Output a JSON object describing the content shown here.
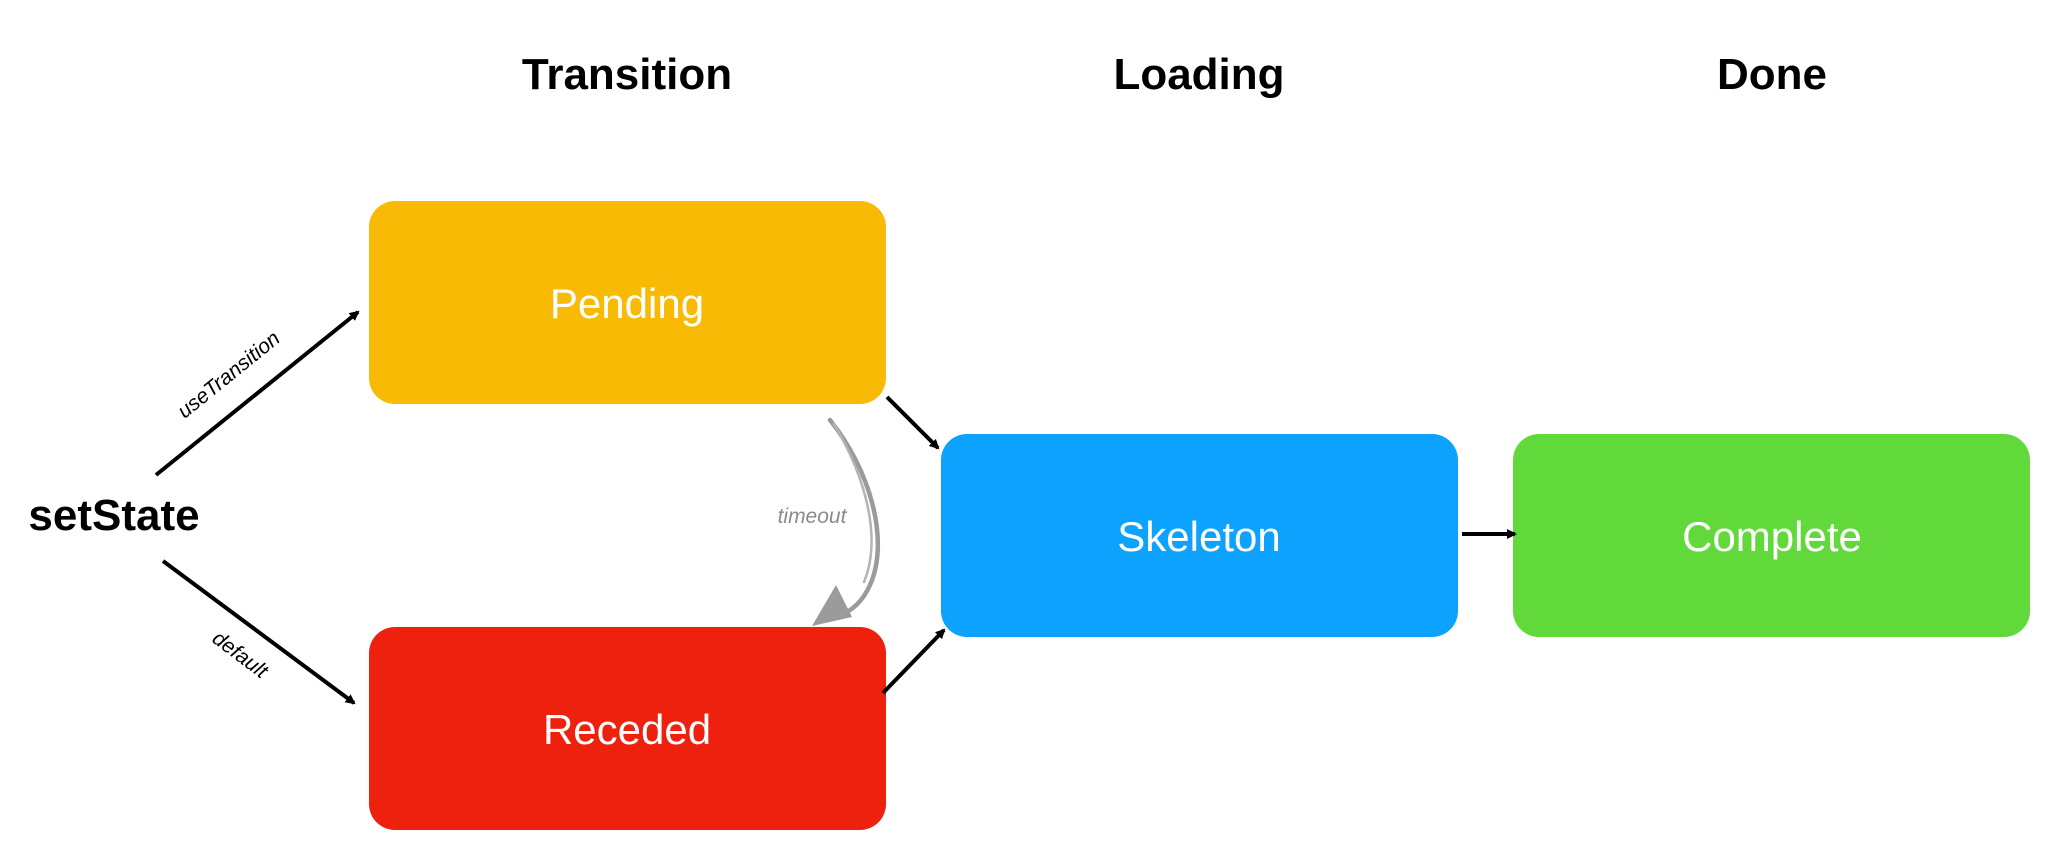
{
  "columns": {
    "transition": "Transition",
    "loading": "Loading",
    "done": "Done"
  },
  "start": {
    "label": "setState"
  },
  "nodes": {
    "pending": {
      "label": "Pending",
      "color": "#F8BA05"
    },
    "receded": {
      "label": "Receded",
      "color": "#EE200E"
    },
    "skeleton": {
      "label": "Skeleton",
      "color": "#0CA2FD"
    },
    "complete": {
      "label": "Complete",
      "color": "#61D93A"
    }
  },
  "edges": {
    "use_transition": "useTransition",
    "default": "default",
    "timeout": "timeout"
  },
  "colors": {
    "arrow": "#000000",
    "timeout_arrow": "#9b9b9b"
  }
}
